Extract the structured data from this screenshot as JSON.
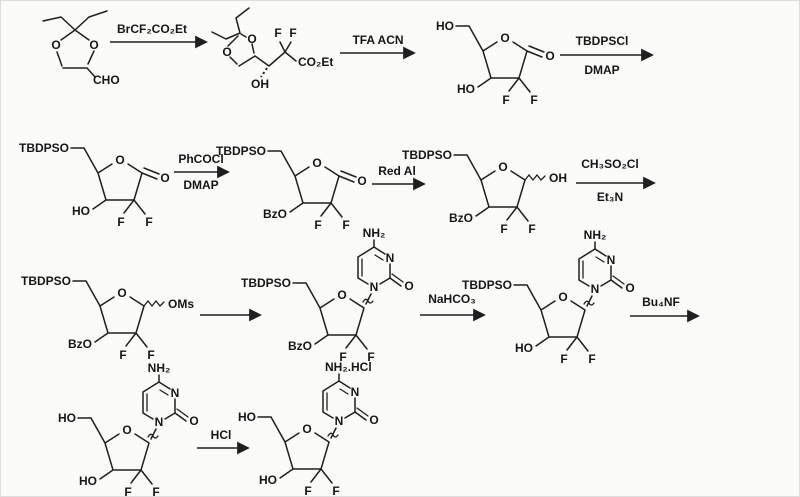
{
  "scheme": {
    "atoms": {
      "O": "O",
      "N": "N",
      "F": "F",
      "HO": "HO",
      "OH": "OH",
      "BzO": "BzO",
      "TBDPSO": "TBDPSO",
      "CHO": "CHO",
      "CO2Et": "CO₂Et",
      "OMs": "OMs",
      "NH2": "NH₂",
      "NH2_HCl": "NH₂.HCl"
    },
    "arrows": [
      {
        "top": "BrCF₂CO₂Et",
        "bottom": ""
      },
      {
        "top": "TFA ACN",
        "bottom": ""
      },
      {
        "top": "TBDPSCl",
        "bottom": "DMAP"
      },
      {
        "top": "PhCOCl",
        "bottom": "DMAP"
      },
      {
        "top": "Red Al",
        "bottom": ""
      },
      {
        "top": "CH₃SO₂Cl",
        "bottom": "Et₃N"
      },
      {
        "top": "",
        "bottom": ""
      },
      {
        "top": "NaHCO₃",
        "bottom": ""
      },
      {
        "top": "Bu₄NF",
        "bottom": ""
      },
      {
        "top": "HCl",
        "bottom": ""
      }
    ]
  }
}
